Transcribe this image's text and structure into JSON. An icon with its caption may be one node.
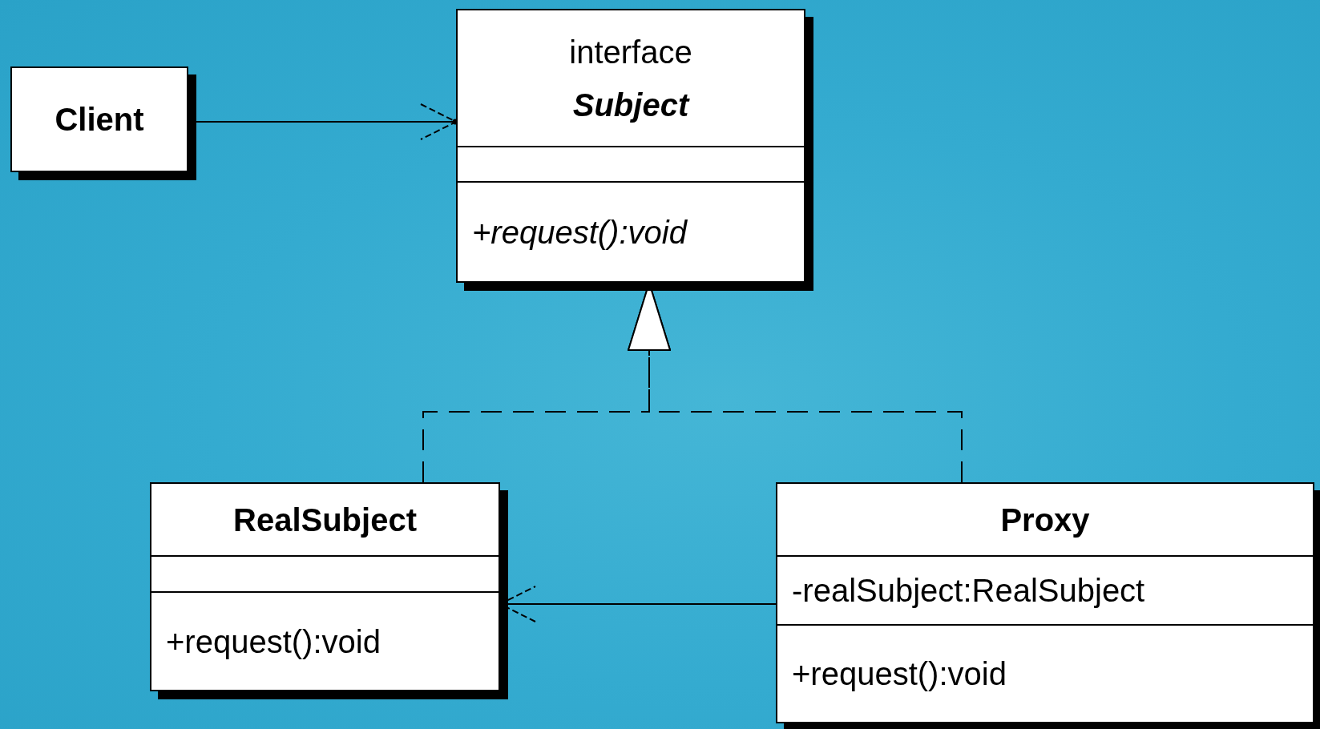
{
  "diagram": {
    "nodes": [
      {
        "text": [
          "Client"
        ]
      },
      {
        "text": [
          "interface",
          "Subject",
          "+request():void"
        ]
      },
      {
        "text": [
          "RealSubject",
          "+request():void"
        ]
      },
      {
        "text": [
          "Proxy",
          "-realSubject:RealSubject",
          "+request():void"
        ]
      }
    ],
    "edges": [
      {
        "from": 0,
        "to": 1,
        "arrow": "to"
      },
      {
        "from": 2,
        "to": 1,
        "arrow": "to",
        "style": "dashed"
      },
      {
        "from": 3,
        "to": 1,
        "arrow": "to",
        "style": "dashed"
      },
      {
        "from": 3,
        "to": 2,
        "arrow": "to"
      }
    ]
  }
}
